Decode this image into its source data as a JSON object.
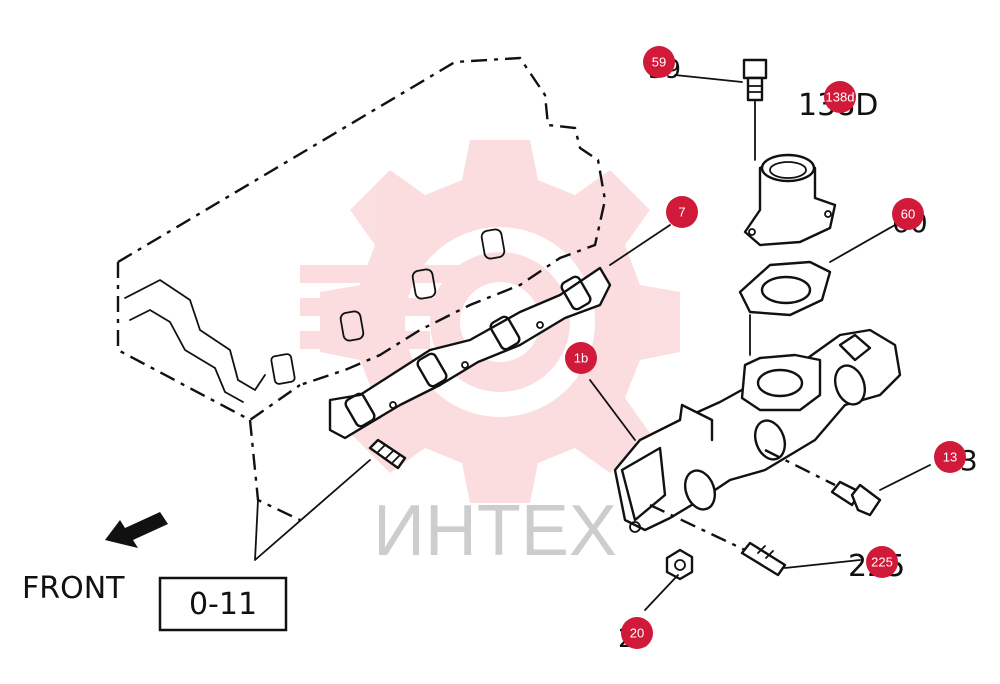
{
  "printed_labels": {
    "front": "FRONT",
    "ref_box": "0-11",
    "part_138": "138D",
    "part_60": "60",
    "part_13": "13",
    "part_225": "225",
    "part_20": "20",
    "part_59": "59"
  },
  "watermark": {
    "text": "ИНТЕХ",
    "color": "#e8323c"
  },
  "callouts": [
    {
      "id": "59",
      "label": "59"
    },
    {
      "id": "138d",
      "label": "138d"
    },
    {
      "id": "7",
      "label": "7"
    },
    {
      "id": "60",
      "label": "60"
    },
    {
      "id": "1b",
      "label": "1b"
    },
    {
      "id": "13",
      "label": "13"
    },
    {
      "id": "225",
      "label": "225"
    },
    {
      "id": "20",
      "label": "20"
    }
  ],
  "colors": {
    "callout": "#d11a3a",
    "line": "#111111"
  }
}
